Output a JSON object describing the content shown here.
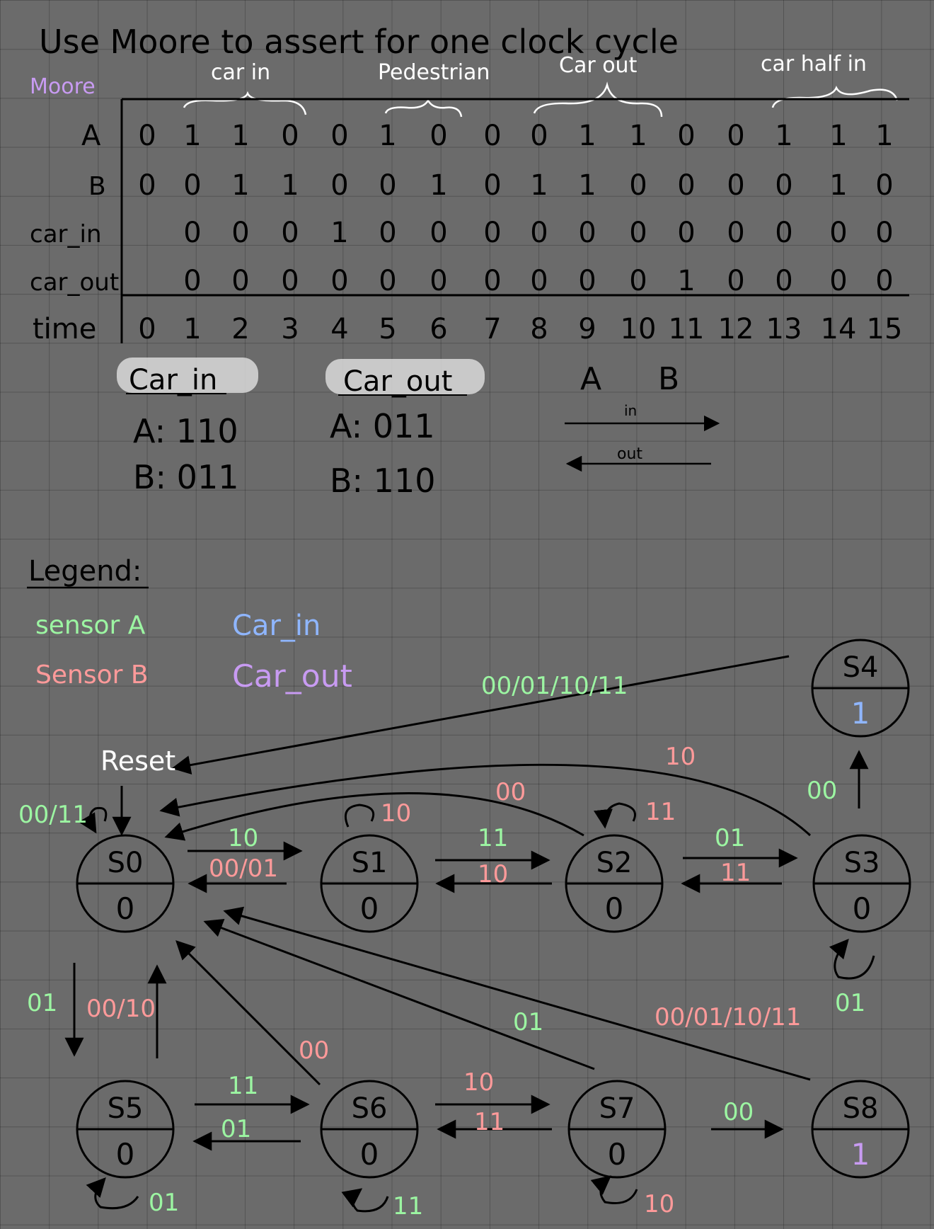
{
  "title": "Use Moore to assert for one clock cycle",
  "table_label": "Moore",
  "groups": [
    {
      "label": "car in"
    },
    {
      "label": "Pedestrian"
    },
    {
      "label": "Car out"
    },
    {
      "label": "car half in"
    }
  ],
  "rows": [
    {
      "label": "A",
      "values": [
        "0",
        "1",
        "1",
        "0",
        "0",
        "1",
        "0",
        "0",
        "0",
        "1",
        "1",
        "0",
        "0",
        "1",
        "1",
        "1"
      ]
    },
    {
      "label": "B",
      "values": [
        "0",
        "0",
        "1",
        "1",
        "0",
        "0",
        "1",
        "0",
        "1",
        "1",
        "0",
        "0",
        "0",
        "0",
        "1",
        "0"
      ]
    },
    {
      "label": "car_in",
      "values": [
        "",
        "0",
        "0",
        "0",
        "1",
        "0",
        "0",
        "0",
        "0",
        "0",
        "0",
        "0",
        "0",
        "0",
        "0",
        "0"
      ]
    },
    {
      "label": "car_out",
      "values": [
        "",
        "0",
        "0",
        "0",
        "0",
        "0",
        "0",
        "0",
        "0",
        "0",
        "0",
        "1",
        "0",
        "0",
        "0",
        "0"
      ]
    }
  ],
  "time_row": {
    "label": "time",
    "values": [
      "0",
      "1",
      "2",
      "3",
      "4",
      "5",
      "6",
      "7",
      "8",
      "9",
      "10",
      "11",
      "12",
      "13",
      "14",
      "15"
    ]
  },
  "sequences": [
    {
      "title": "Car_in",
      "a": "A: 110",
      "b": "B: 011"
    },
    {
      "title": "Car_out",
      "a": "A: 011",
      "b": "B: 110"
    }
  ],
  "direction": {
    "a": "A",
    "b": "B",
    "in": "in",
    "out": "out"
  },
  "legend": {
    "title": "Legend:",
    "items": [
      {
        "text": "sensor A",
        "color": "#9cf5a2"
      },
      {
        "text": "Sensor B",
        "color": "#ff9a9a"
      },
      {
        "text": "Car_in",
        "color": "#8fb6ff"
      },
      {
        "text": "Car_out",
        "color": "#c89bf2"
      }
    ]
  },
  "colors": {
    "sensor_a": "#9cf5a2",
    "sensor_b": "#ff9a9a",
    "car_in": "#8fb6ff",
    "car_out": "#c89bf2",
    "ink": "#000000",
    "paper": "#6b6b6b"
  },
  "states": [
    {
      "id": "S0",
      "output": "0"
    },
    {
      "id": "S1",
      "output": "0"
    },
    {
      "id": "S2",
      "output": "0"
    },
    {
      "id": "S3",
      "output": "0"
    },
    {
      "id": "S4",
      "output": "1"
    },
    {
      "id": "S5",
      "output": "0"
    },
    {
      "id": "S6",
      "output": "0"
    },
    {
      "id": "S7",
      "output": "0"
    },
    {
      "id": "S8",
      "output": "1"
    }
  ],
  "reset": "Reset",
  "transitions": [
    {
      "from": "S0",
      "to": "S0",
      "label": "00/11"
    },
    {
      "from": "S0",
      "to": "S1",
      "label": "10"
    },
    {
      "from": "S1",
      "to": "S0",
      "label": "00/01"
    },
    {
      "from": "S1",
      "to": "S1",
      "label": "10"
    },
    {
      "from": "S1",
      "to": "S2",
      "label": "11"
    },
    {
      "from": "S2",
      "to": "S1",
      "label": "10"
    },
    {
      "from": "S2",
      "to": "S2",
      "label": "11"
    },
    {
      "from": "S2",
      "to": "S0",
      "label": "00"
    },
    {
      "from": "S2",
      "to": "S3",
      "label": "01"
    },
    {
      "from": "S3",
      "to": "S2",
      "label": "11"
    },
    {
      "from": "S3",
      "to": "S3",
      "label": "01"
    },
    {
      "from": "S3",
      "to": "S0",
      "label": "10"
    },
    {
      "from": "S3",
      "to": "S4",
      "label": "00"
    },
    {
      "from": "S4",
      "to": "S0",
      "label": "00/01/10/11"
    },
    {
      "from": "S0",
      "to": "S5",
      "label": "01"
    },
    {
      "from": "S5",
      "to": "S0",
      "label": "00/10"
    },
    {
      "from": "S5",
      "to": "S5",
      "label": "01"
    },
    {
      "from": "S5",
      "to": "S6",
      "label": "11"
    },
    {
      "from": "S6",
      "to": "S5",
      "label": "01"
    },
    {
      "from": "S6",
      "to": "S6",
      "label": "11"
    },
    {
      "from": "S6",
      "to": "S0",
      "label": "00"
    },
    {
      "from": "S6",
      "to": "S7",
      "label": "10"
    },
    {
      "from": "S7",
      "to": "S6",
      "label": "11"
    },
    {
      "from": "S7",
      "to": "S7",
      "label": "10"
    },
    {
      "from": "S7",
      "to": "S0",
      "label": "01"
    },
    {
      "from": "S7",
      "to": "S8",
      "label": "00"
    },
    {
      "from": "S8",
      "to": "S0",
      "label": "00/01/10/11"
    }
  ]
}
